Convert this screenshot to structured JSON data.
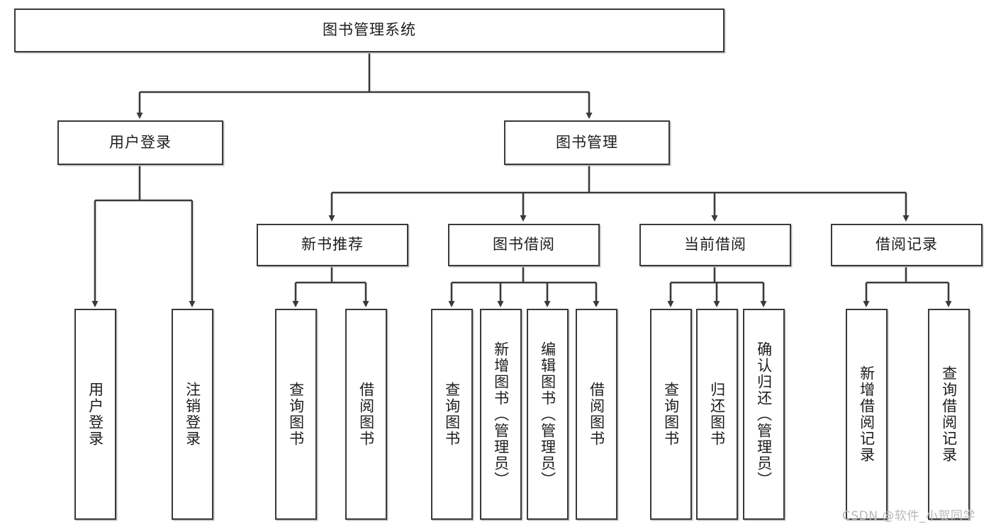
{
  "diagram": {
    "type": "hierarchy-tree",
    "title": "图书管理系统",
    "watermark": "CSDN @软件_小贺同学",
    "colors": {
      "box_border": "#3a3a3a",
      "box_fill": "#ffffff",
      "connector": "#3a3a3a",
      "text": "#1d1d1d",
      "watermark": "#b9b9b9",
      "background": "#ffffff"
    },
    "levels": [
      {
        "level": 1,
        "nodes": [
          {
            "id": "root",
            "label": "图书管理系统",
            "orientation": "horizontal"
          }
        ]
      },
      {
        "level": 2,
        "nodes": [
          {
            "id": "user-login",
            "label": "用户登录",
            "orientation": "horizontal",
            "parent": "root"
          },
          {
            "id": "book-manage",
            "label": "图书管理",
            "orientation": "horizontal",
            "parent": "root"
          }
        ]
      },
      {
        "level": 3,
        "nodes": [
          {
            "id": "new-book-rec",
            "label": "新书推荐",
            "orientation": "horizontal",
            "parent": "book-manage"
          },
          {
            "id": "book-borrow",
            "label": "图书借阅",
            "orientation": "horizontal",
            "parent": "book-manage"
          },
          {
            "id": "current-borrow",
            "label": "当前借阅",
            "orientation": "horizontal",
            "parent": "book-manage"
          },
          {
            "id": "borrow-record",
            "label": "借阅记录",
            "orientation": "horizontal",
            "parent": "book-manage"
          }
        ]
      },
      {
        "level": 4,
        "nodes": [
          {
            "id": "leaf-1",
            "label": "用户登录",
            "orientation": "vertical",
            "parent": "user-login"
          },
          {
            "id": "leaf-2",
            "label": "注销登录",
            "orientation": "vertical",
            "parent": "user-login"
          },
          {
            "id": "leaf-3",
            "label": "查询图书",
            "orientation": "vertical",
            "parent": "new-book-rec"
          },
          {
            "id": "leaf-4",
            "label": "借阅图书",
            "orientation": "vertical",
            "parent": "new-book-rec"
          },
          {
            "id": "leaf-5",
            "label": "查询图书",
            "orientation": "vertical",
            "parent": "book-borrow"
          },
          {
            "id": "leaf-6",
            "label": "新增图书（管理员）",
            "orientation": "vertical",
            "parent": "book-borrow"
          },
          {
            "id": "leaf-7",
            "label": "编辑图书（管理员）",
            "orientation": "vertical",
            "parent": "book-borrow"
          },
          {
            "id": "leaf-8",
            "label": "借阅图书",
            "orientation": "vertical",
            "parent": "book-borrow"
          },
          {
            "id": "leaf-9",
            "label": "查询图书",
            "orientation": "vertical",
            "parent": "current-borrow"
          },
          {
            "id": "leaf-10",
            "label": "归还图书",
            "orientation": "vertical",
            "parent": "current-borrow"
          },
          {
            "id": "leaf-11",
            "label": "确认归还（管理员）",
            "orientation": "vertical",
            "parent": "current-borrow"
          },
          {
            "id": "leaf-12",
            "label": "新增借阅记录",
            "orientation": "vertical",
            "parent": "borrow-record"
          },
          {
            "id": "leaf-13",
            "label": "查询借阅记录",
            "orientation": "vertical",
            "parent": "borrow-record"
          }
        ]
      }
    ]
  }
}
